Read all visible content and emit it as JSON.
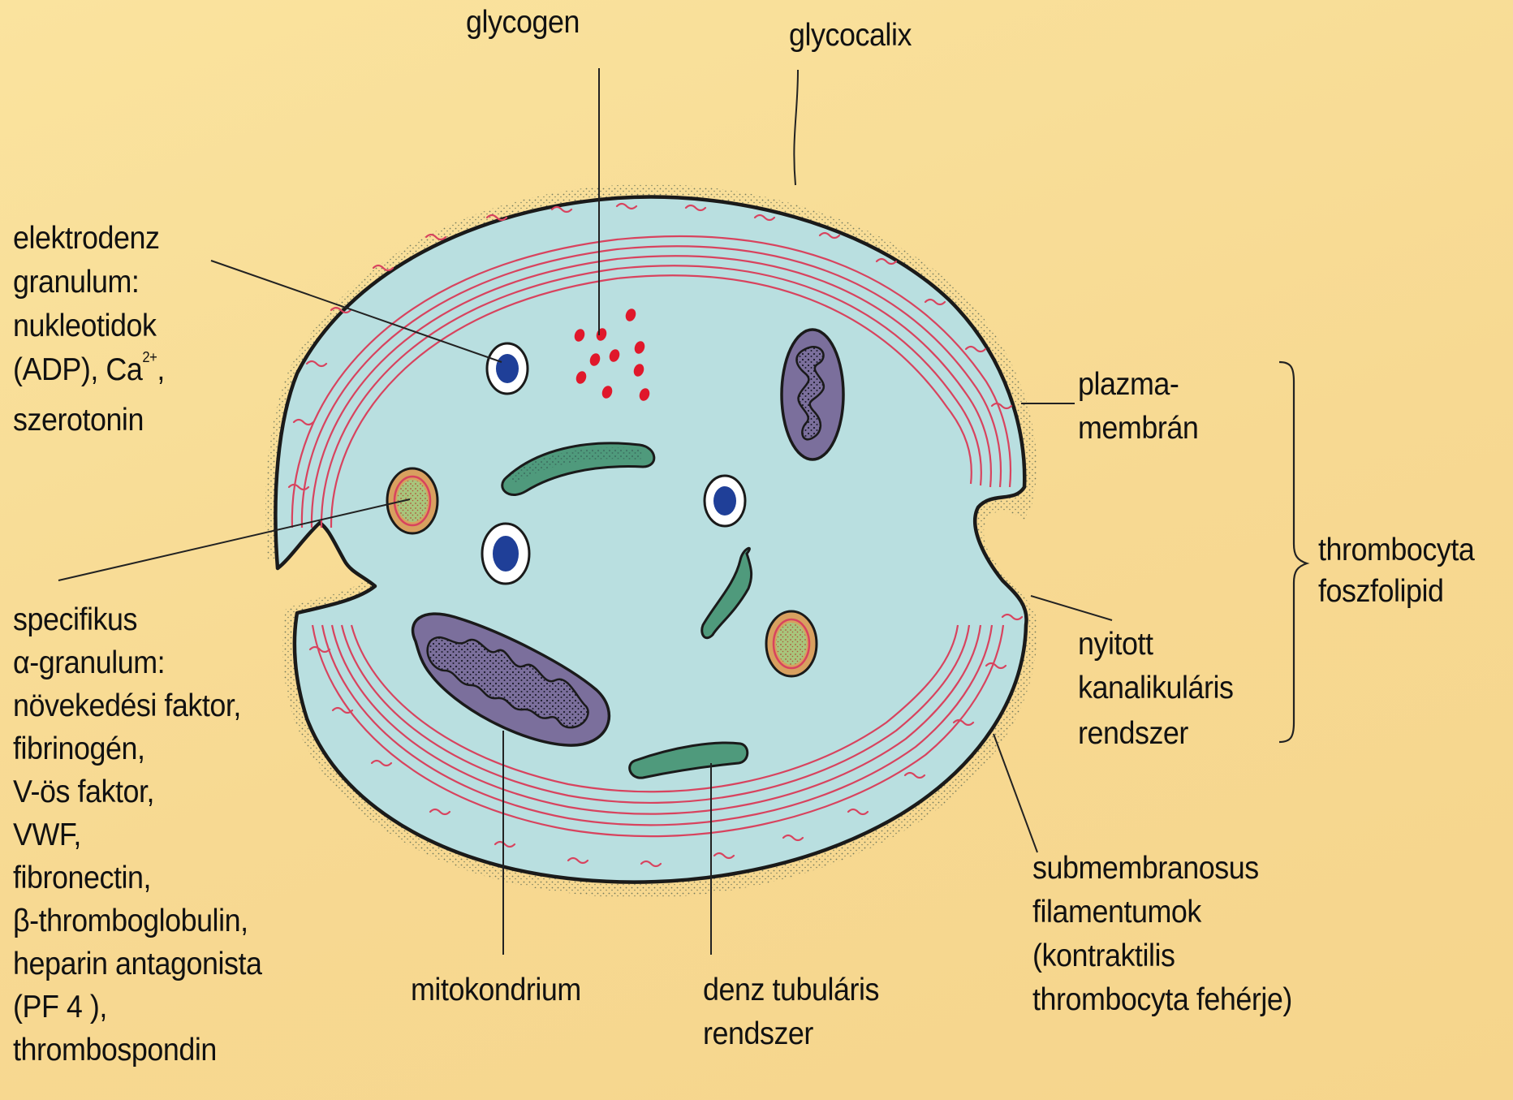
{
  "labels": {
    "glycogen": "glycogen",
    "glycocalix": "glycocalix",
    "elektrodenz": {
      "line1": "elektrodenz",
      "line2": "granulum:",
      "line3": "nukleotidok",
      "line4_main": "(ADP), Ca",
      "line4_sup": "2+",
      "line4_end": ",",
      "line5": "szerotonin"
    },
    "plazmamembran": {
      "line1": "plazma-",
      "line2": "membrán"
    },
    "thrombocyta_foszfolipid": {
      "line1": "thrombocyta",
      "line2": "foszfolipid"
    },
    "nyitott": {
      "line1": "nyitott",
      "line2": "kanalikuláris",
      "line3": "rendszer"
    },
    "specifikus": {
      "lines": [
        "specifikus",
        "α-granulum:",
        "növekedési faktor,",
        "fibrinogén,",
        "V-ös faktor,",
        "VWF,",
        "fibronectin,",
        "β-thromboglobulin,",
        "heparin antagonista",
        "(PF 4 ),",
        "thrombospondin"
      ]
    },
    "mitokondrium": "mitokondrium",
    "denz_tubularis": {
      "line1": "denz tubuláris",
      "line2": "rendszer"
    },
    "submembranosus": {
      "line1": "submembranosus",
      "line2": "filamentumok",
      "line3": "(kontraktilis",
      "line4": "thrombocyta fehérje)"
    }
  },
  "colors": {
    "background": "#f8dc97",
    "cytoplasm": "#b9dfe0",
    "outline": "#1a1a1a",
    "filament": "#d8435e",
    "glycogen": "#e0182b",
    "dense_granule": "#1f3f98",
    "alpha_granule_rim": "#d8a05f",
    "alpha_granule_core": "#a8c57c",
    "mitochondrion": "#7b6f9c",
    "dense_tubular": "#4f9a7c",
    "leader": "#222222"
  }
}
